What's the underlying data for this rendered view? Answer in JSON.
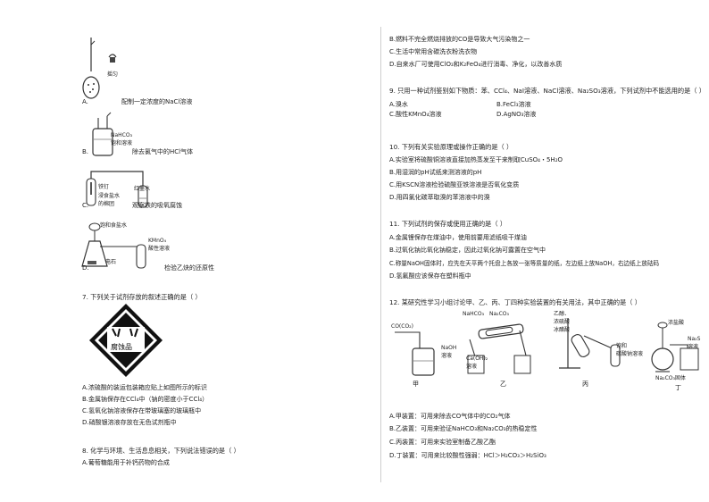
{
  "left": {
    "fig_a": {
      "letter": "A.",
      "caption": "配制一定浓度的NaCl溶液",
      "tag": "摇匀"
    },
    "fig_b": {
      "letter": "B.",
      "caption": "除去氯气中的HCl气体",
      "reagent": "NaHCO₃\n饱和溶液"
    },
    "fig_c": {
      "letter": "C.",
      "caption": "观察铁的吸氧腐蚀",
      "tags": [
        "铁钉",
        "浸食盐水\n的棉团",
        "红墨水"
      ]
    },
    "fig_d": {
      "letter": "D.",
      "caption": "检验乙炔的还原性",
      "tags": [
        "饱和食盐水",
        "电石",
        "KMnO₄\n酸性溶液"
      ]
    },
    "q7": {
      "stem": "7. 下列关于试剂存放的叙述正确的是（  ）",
      "hazard_label": "腐蚀品",
      "options": [
        "A.浓硫酸的装运包装箱应贴上如图所示的标识",
        "B.金属钠保存在CCl₄中（钠的密度小于CCl₄）",
        "C.氢氧化钠溶液保存在带玻璃塞的玻璃瓶中",
        "D.硝酸银溶液存放在无色试剂瓶中"
      ]
    },
    "q8": {
      "stem": "8. 化学与环境、生活息息相关，下列说法错误的是（      ）",
      "options": [
        "A.葡萄糖能用于补钙药物的合成"
      ]
    }
  },
  "right": {
    "q8_cont": [
      "B.燃料不完全燃烧排放的CO是导致大气污染物之一",
      "C.生活中常用含碳洗衣粉洗衣物",
      "D.自来水厂可使用ClO₂和K₂FeO₄进行消毒、净化，以改善水质"
    ],
    "q9": {
      "stem": "9. 只用一种试剂鉴别如下物质：苯、CCl₄、NaI溶液、NaCl溶液、Na₂SO₃溶液，下列试剂中不能选用的是（ ）",
      "options": [
        "A.溴水",
        "B.FeCl₃溶液",
        "C.酸性KMnO₄溶液",
        "D.AgNO₃溶液"
      ]
    },
    "q10": {
      "stem": "10. 下列有关实验原理或操作正确的是（ ）",
      "options": [
        "A.实验室将硫酸铜溶液直接加热蒸发至干来制取CuSO₄・5H₂O",
        "B.用湿润的pH试纸来测溶液的pH",
        "C.用KSCN溶液检验硫酸亚铁溶液是否氧化变质",
        "D.用四氯化碳萃取溴的苯溶液中的溴"
      ]
    },
    "q11": {
      "stem": "11. 下列试剂的保存或使用正确的是（ ）",
      "options": [
        "A.金属锂保存在煤油中，使用前要用滤纸吸干煤油",
        "B.过氧化钠比氧化钠稳定，因此过氧化钠可露置在空气中",
        "C.称量NaOH固体时，应先在天平两个托盘上各放一张等质量的纸，左边纸上放NaOH，右边纸上放砝码",
        "D.氢氟酸应该保存在塑料瓶中"
      ]
    },
    "q12": {
      "stem": "12. 某研究性学习小组讨论甲、乙、丙、丁四种实验装置的有关用法，其中正确的是（ ）",
      "apparatus_labels": {
        "jia": [
          "CO(CO₂)",
          "NaOH\n溶液"
        ],
        "yi": [
          "NaHCO₃",
          "Na₂CO₃",
          "Ca(OH)₂\n溶液"
        ],
        "bing": [
          "乙醇、\n浓硫酸\n冰醋酸",
          "饱和\n碳酸钠溶液"
        ],
        "ding": [
          "浓盐酸",
          "Na₂S\n溶液",
          "Na₂CO₃固体"
        ]
      },
      "apparatus_names": [
        "甲",
        "乙",
        "丙",
        "丁"
      ],
      "options": [
        "A.甲装置：可用来除去CO气体中的CO₂气体",
        "B.乙装置：可用来验证NaHCO₃和Na₂CO₃的热稳定性",
        "C.丙装置：可用来实验室制备乙酸乙酯",
        "D.丁装置：可用来比较酸性强弱：HCl＞H₂CO₃＞H₂SiO₃"
      ]
    }
  }
}
